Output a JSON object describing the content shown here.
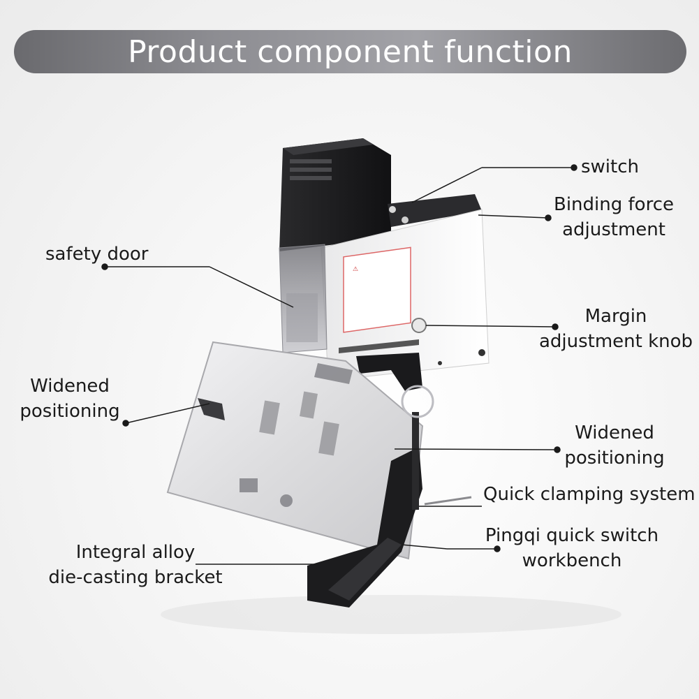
{
  "title": "Product component function",
  "labels": {
    "switch": "switch",
    "binding_force_1": "Binding force",
    "binding_force_2": "adjustment",
    "safety_door": "safety door",
    "margin_knob_1": "Margin",
    "margin_knob_2": "adjustment knob",
    "widened_left_1": "Widened",
    "widened_left_2": "positioning",
    "widened_right_1": "Widened",
    "widened_right_2": "positioning",
    "quick_clamping": "Quick clamping system",
    "pingqi_1": "Pingqi quick switch",
    "pingqi_2": "workbench",
    "bracket_1": "Integral alloy",
    "bracket_2": "die-casting bracket"
  },
  "colors": {
    "banner": "#8d8d92",
    "leader_line": "#1a1a1a",
    "housing_black": "#1c1c1e",
    "plate_steel": "#e6e6e8",
    "body_white": "#f3f3f3"
  }
}
